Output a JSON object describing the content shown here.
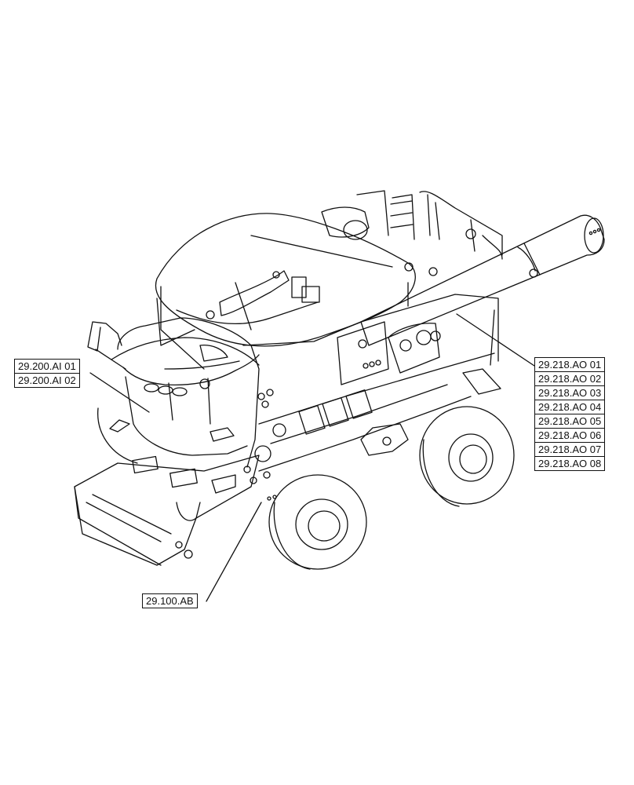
{
  "diagram": {
    "callouts_left": [
      "29.200.AI 01",
      "29.200.AI 02"
    ],
    "callouts_right": [
      "29.218.AO 01",
      "29.218.AO 02",
      "29.218.AO 03",
      "29.218.AO 04",
      "29.218.AO 05",
      "29.218.AO 06",
      "29.218.AO 07",
      "29.218.AO 08"
    ],
    "callout_bottom": "29.100.AB"
  },
  "colors": {
    "line": "#111111",
    "background": "#ffffff"
  }
}
